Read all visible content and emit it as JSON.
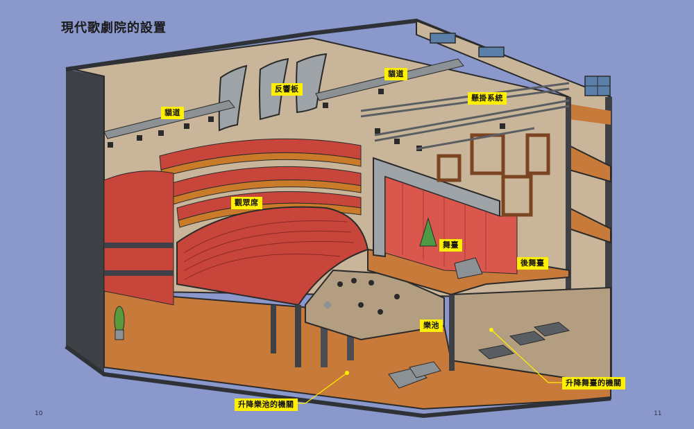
{
  "page": {
    "title": "現代歌劇院的設置",
    "page_left": "10",
    "page_right": "11"
  },
  "labels": {
    "catwalk_left": "貓道",
    "catwalk_right": "貓道",
    "reflector": "反響板",
    "fly_system": "懸掛系統",
    "auditorium": "觀眾席",
    "stage": "舞臺",
    "backstage": "後舞臺",
    "orchestra_pit": "樂池",
    "pit_lift": "升降樂池的機關",
    "stage_lift": "升降舞臺的機關"
  },
  "colors": {
    "background": "#8b98cc",
    "label_bg": "#ffef00",
    "wall": "#c9b59a",
    "frame": "#3d4145",
    "seat_red": "#c8453b",
    "floor_wood": "#c77a3a",
    "curtain": "#d9574d",
    "balcony_band": "#c97b2a"
  }
}
